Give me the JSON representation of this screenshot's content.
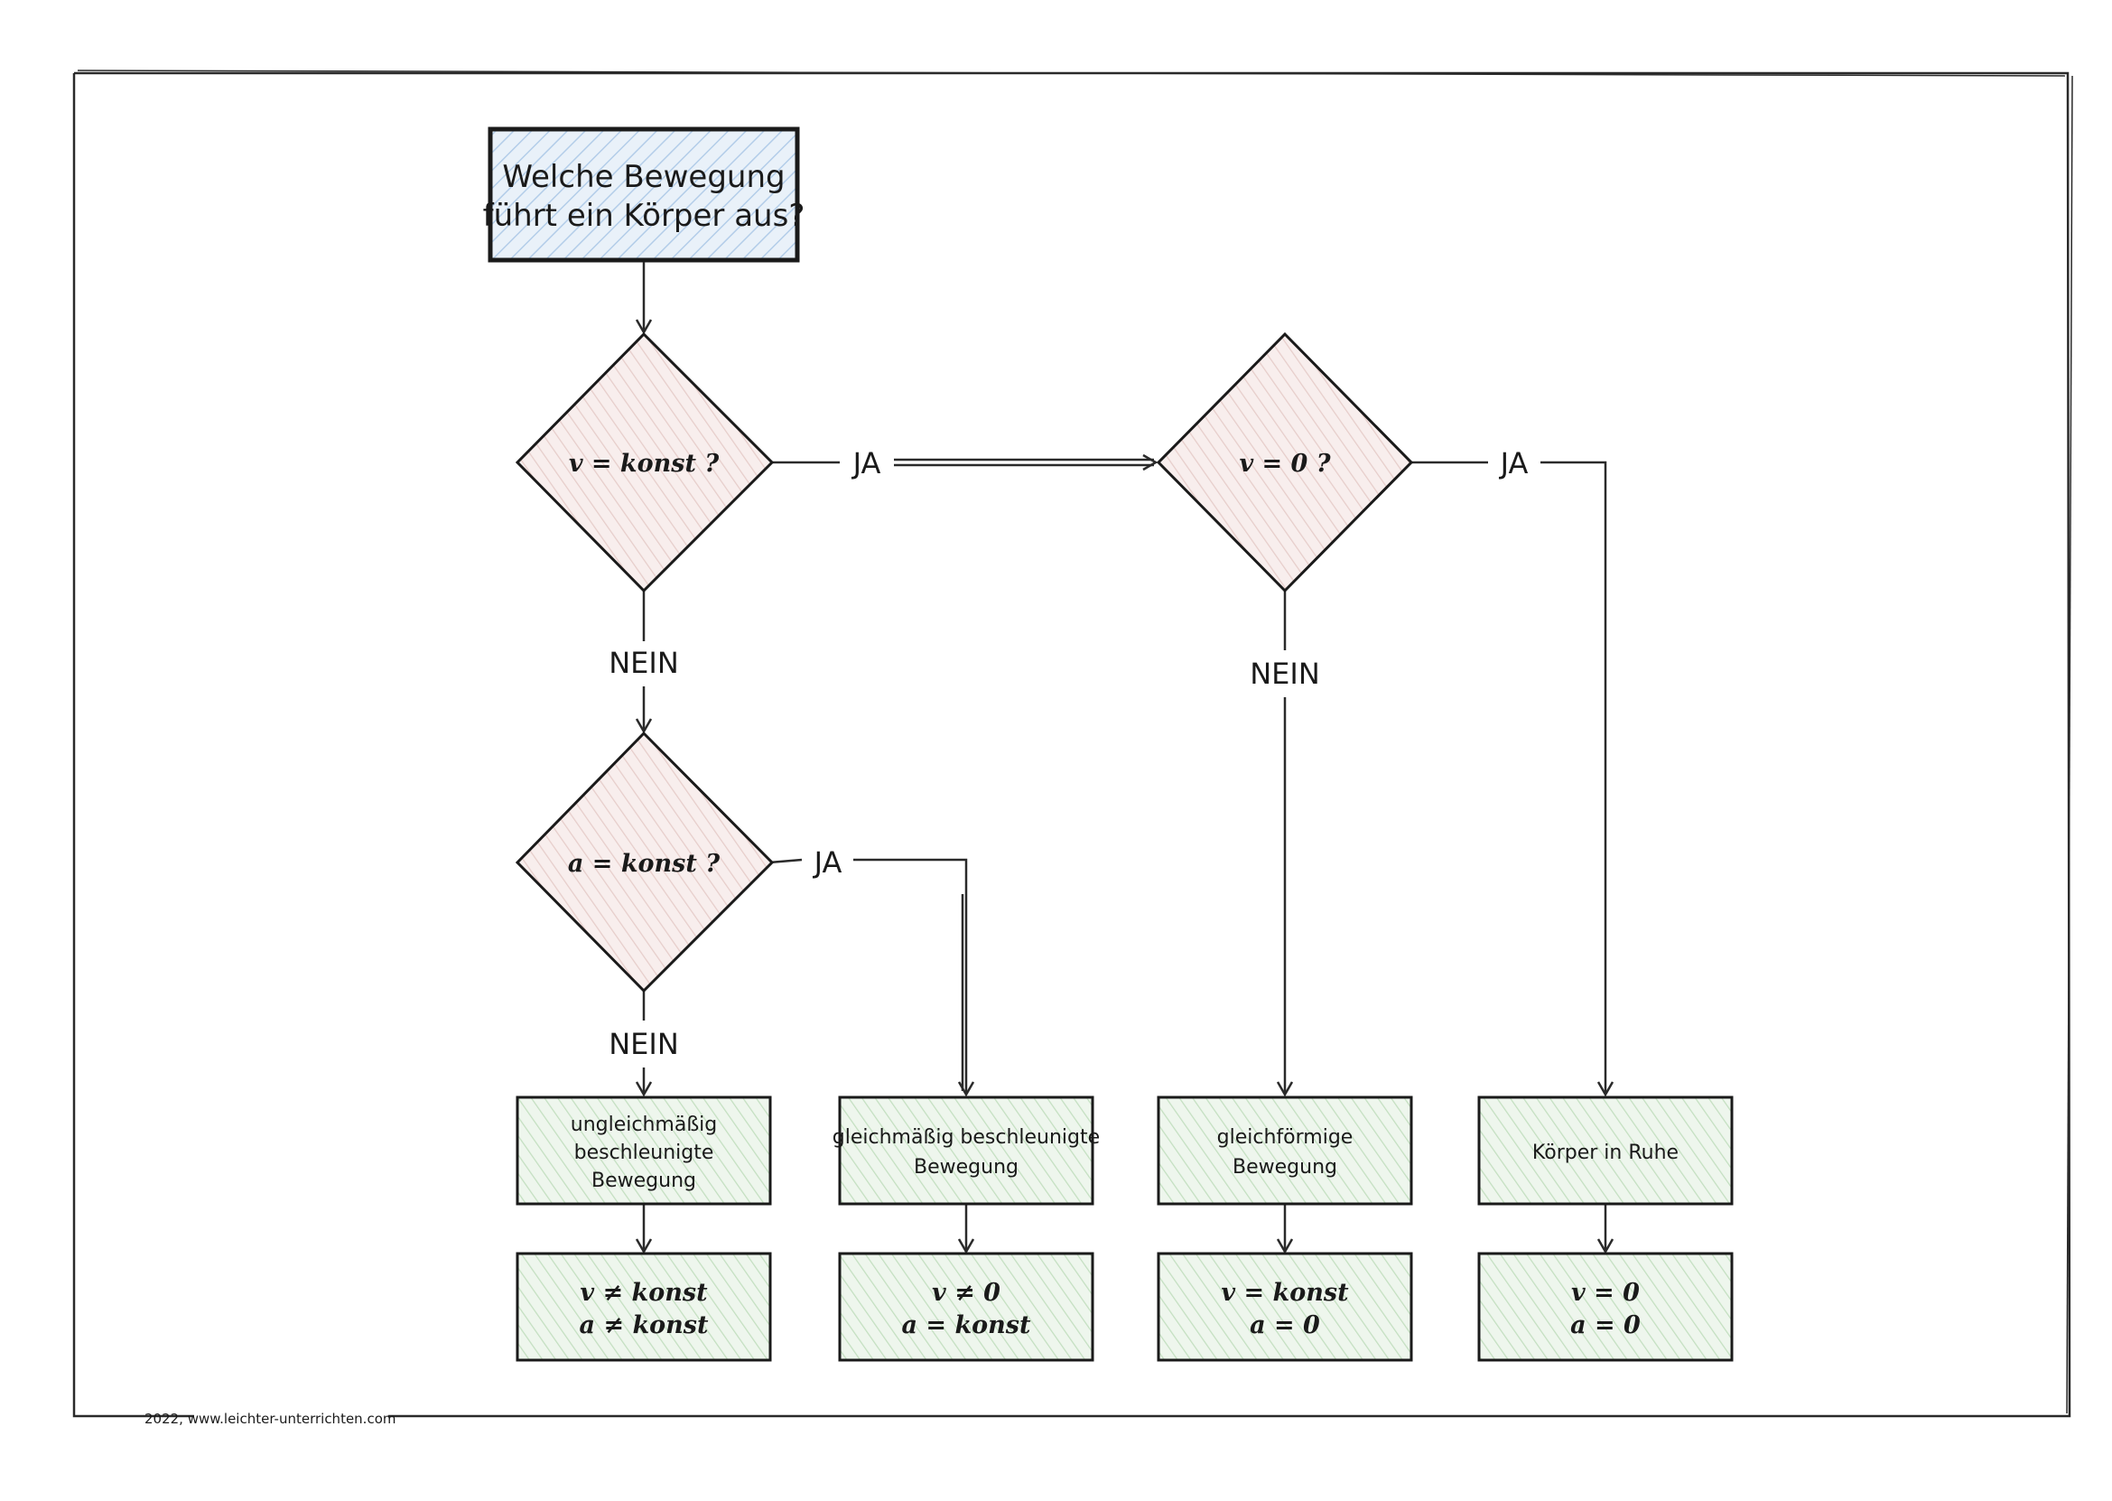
{
  "title": {
    "line1": "Welche Bewegung",
    "line2": "führt ein Körper aus?"
  },
  "decisions": {
    "v_konst": "v = konst ?",
    "v_null": "v = 0 ?",
    "a_konst": "a = konst ?"
  },
  "labels": {
    "ja_1": "JA",
    "ja_2": "JA",
    "ja_3": "JA",
    "nein_1": "NEIN",
    "nein_2": "NEIN",
    "nein_3": "NEIN"
  },
  "results": {
    "ungleich": {
      "line1": "ungleichmäßig",
      "line2": "beschleunigte",
      "line3": "Bewegung",
      "f1": "v ≠ konst",
      "f2": "a ≠ konst"
    },
    "gleichmaessig": {
      "line1": "gleichmäßig beschleunigte",
      "line2": "Bewegung",
      "f1": "v ≠ 0",
      "f2": "a = konst"
    },
    "gleichfoermig": {
      "line1": "gleichförmige",
      "line2": "Bewegung",
      "f1": "v = konst",
      "f2": "a = 0"
    },
    "ruhe": {
      "line1": "Körper in Ruhe",
      "f1": "v = 0",
      "f2": "a = 0"
    }
  },
  "footer": "2022, www.leichter-unterrichten.com",
  "colors": {
    "title_fill": "#e4eef8",
    "title_hatch": "#a9c6e6",
    "diamond_fill": "#f7ebea",
    "diamond_hatch": "#e2c3c0",
    "result_fill": "#eaf4e9",
    "result_hatch": "#b7d8b4",
    "stroke": "#2a2a2a"
  }
}
